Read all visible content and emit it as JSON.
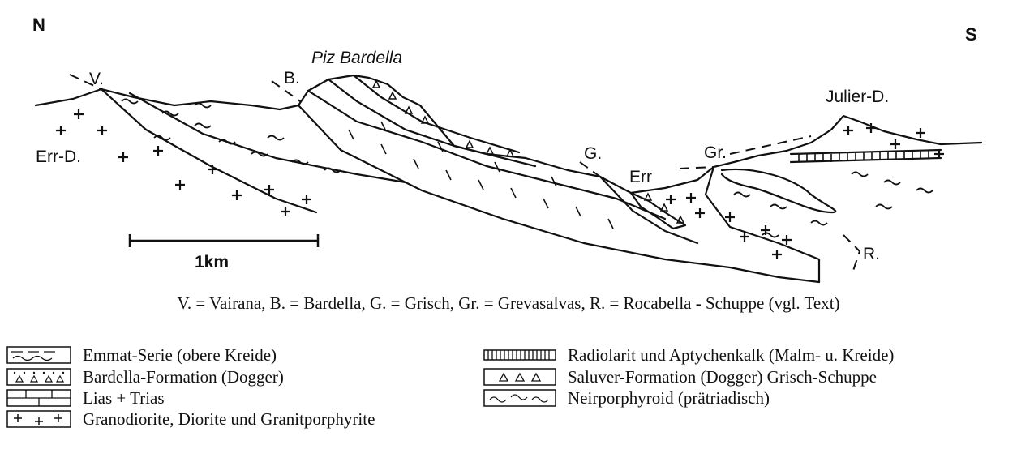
{
  "labels": {
    "north": "N",
    "south": "S",
    "piz_bardella": "Piz Bardella",
    "v": "V.",
    "b": "B.",
    "g": "G.",
    "err": "Err",
    "gr": "Gr.",
    "julier": "Julier-D.",
    "err_d": "Err-D.",
    "r": "R.",
    "scale": "1km"
  },
  "abbreviations": "V. = Vairana, B. = Bardella, G. = Grisch, Gr. = Grevasalvas, R. = Rocabella - Schuppe (vgl. Text)",
  "legend": [
    {
      "label": "Emmat-Serie (obere Kreide)",
      "pattern": "waves-dashes"
    },
    {
      "label": "Bardella-Formation (Dogger)",
      "pattern": "dots-triangles"
    },
    {
      "label": "Lias + Trias",
      "pattern": "bricks"
    },
    {
      "label": "Granodiorite, Diorite und Granitporphyrite",
      "pattern": "crosses"
    },
    {
      "label": "Radiolarit und Aptychenkalk (Malm- u. Kreide)",
      "pattern": "hatched"
    },
    {
      "label": "Saluver-Formation (Dogger) Grisch-Schuppe",
      "pattern": "triangles"
    },
    {
      "label": "Neirporphyroid (prätriadisch)",
      "pattern": "tildes"
    }
  ]
}
